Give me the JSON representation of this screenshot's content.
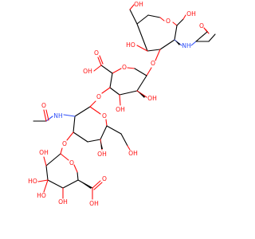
{
  "molecule": {
    "colors": {
      "oxygen": "#ff0d0d",
      "nitrogen": "#3050f8",
      "carbon": "#000000"
    },
    "atom_labels": {
      "oh_top": "OH",
      "o_ring1": "O",
      "oh_anomeric": "OH",
      "oh_c4": "HO",
      "nh_1": "NH",
      "o_acetyl1": "O",
      "o_link1": "O",
      "o_cooh1a": "O",
      "oh_cooh1": "OH",
      "o_ring2": "O",
      "o_link2": "O",
      "oh_c4b": "OH",
      "oh_c3b": "OH",
      "o_ring3": "O",
      "o_acetyl2": "O",
      "nh_2": "NH",
      "o_link3": "O",
      "oh_c4c": "OH",
      "oh_ch2": "OH",
      "oh_r4a": "OH",
      "oh_r4b": "HO",
      "o_ring4": "O",
      "oh_r4c": "HO",
      "oh_r4d": "OH",
      "o_cooh2a": "O",
      "oh_cooh2": "OH"
    }
  }
}
